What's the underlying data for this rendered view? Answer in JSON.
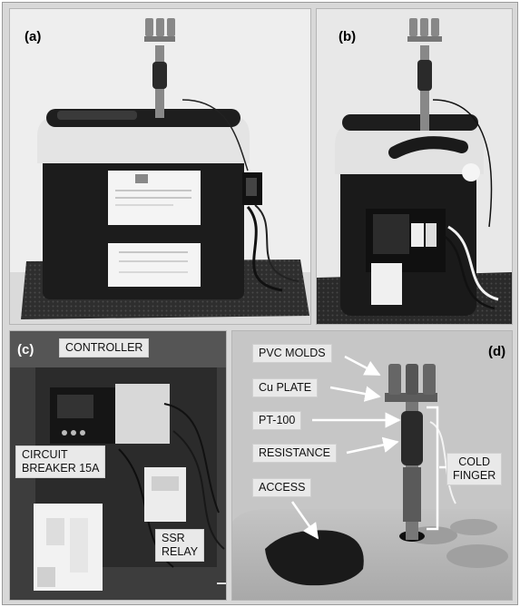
{
  "panels": {
    "a": {
      "letter": "(a)"
    },
    "b": {
      "letter": "(b)"
    },
    "c": {
      "letter": "(c)",
      "labels": {
        "controller": "CONTROLLER",
        "circuit_breaker_line1": "CIRCUIT",
        "circuit_breaker_line2": "BREAKER 15A",
        "ssr_line1": "SSR",
        "ssr_line2": "RELAY"
      }
    },
    "d": {
      "letter": "(d)",
      "labels": {
        "pvc_molds": "PVC MOLDS",
        "cu_plate": "Cu PLATE",
        "pt100": "PT-100",
        "resistance": "RESISTANCE",
        "access": "ACCESS",
        "cold_finger_line1": "COLD",
        "cold_finger_line2": "FINGER"
      }
    }
  },
  "colors": {
    "cooler_body": "#1c1c1c",
    "cooler_lid": "#e4e4e4",
    "mat": "#3a3a3a",
    "background": "#ececec",
    "callout_bg": "#e9e9e9"
  }
}
